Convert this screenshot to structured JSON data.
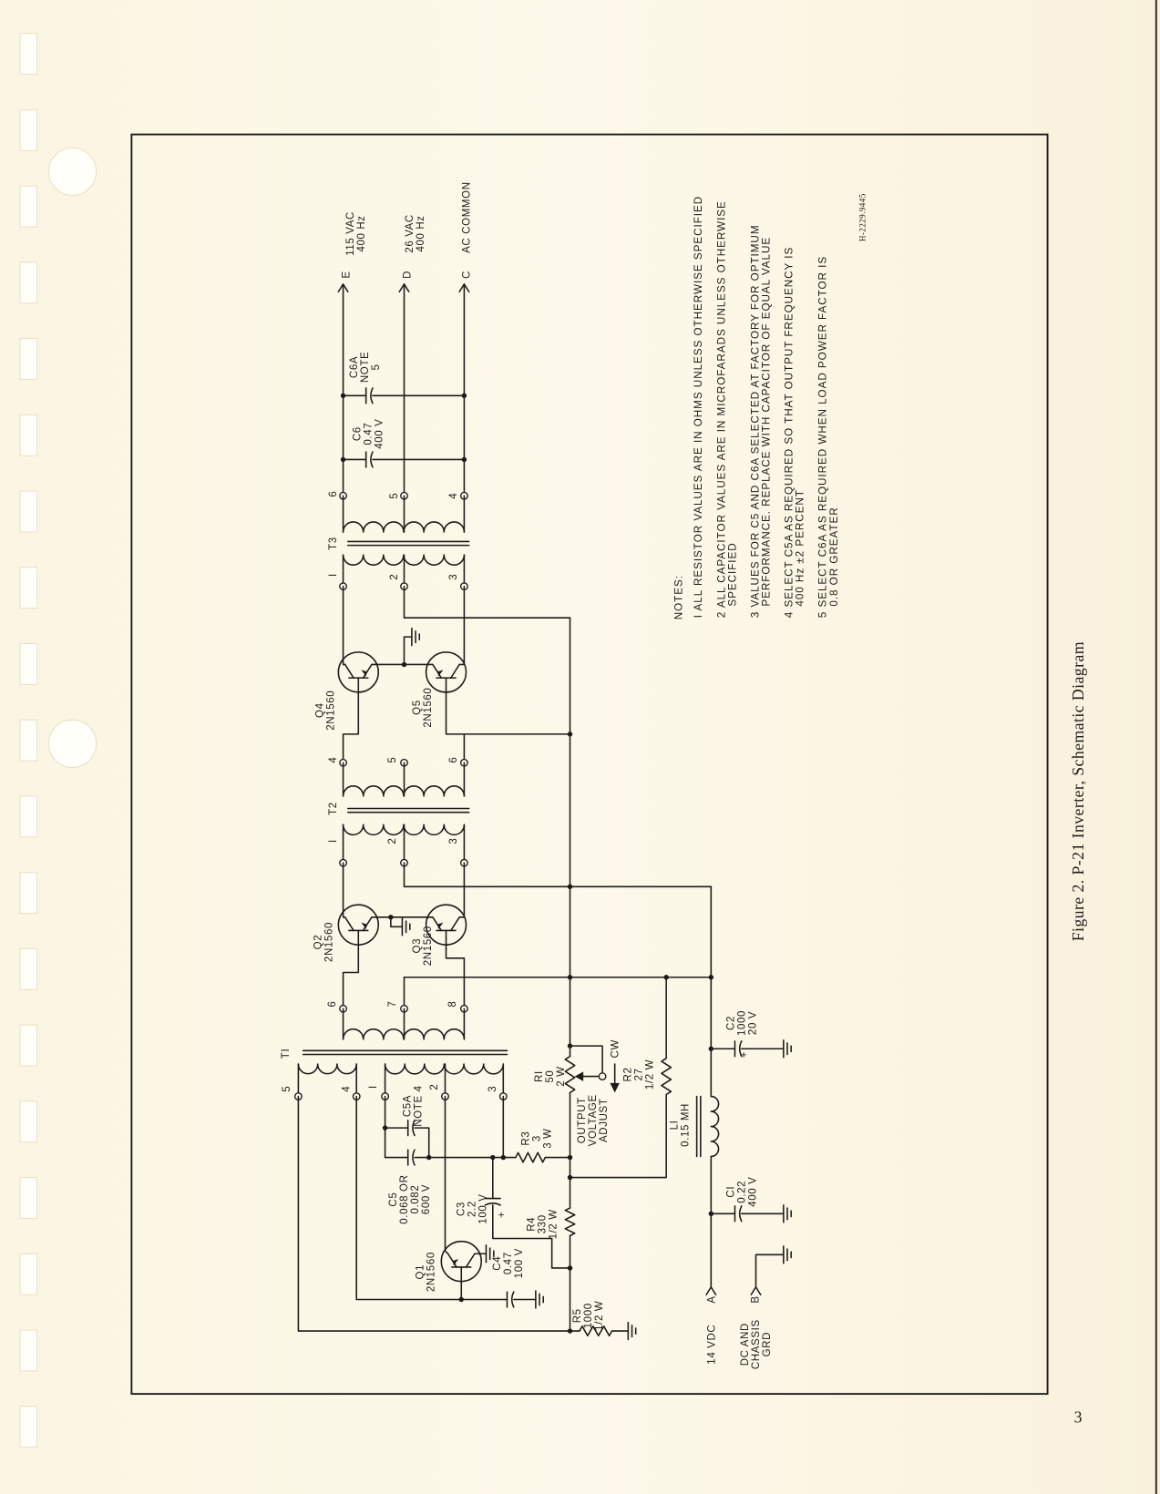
{
  "colors": {
    "paper": "#fbf6e3",
    "ink": "#1d1b18"
  },
  "figure": {
    "caption": "Figure 2.  P-21 Inverter, Schematic Diagram",
    "page_number": "3",
    "drawing_number": "H-2229.9445"
  },
  "notes": {
    "heading": "NOTES:",
    "items": [
      [
        "I  ALL  RESISTOR  VALUES  ARE  IN  OHMS  UNLESS  OTHERWISE  SPECIFIED"
      ],
      [
        "2  ALL  CAPACITOR  VALUES  ARE  IN  MICROFARADS  UNLESS  OTHERWISE",
        "SPECIFIED"
      ],
      [
        "3  VALUES  FOR  C5  AND  C6A  SELECTED  AT  FACTORY  FOR  OPTIMUM",
        "PERFORMANCE.  REPLACE  WITH  CAPACITOR  OF  EQUAL  VALUE"
      ],
      [
        "4  SELECT  C5A  AS  REQUIRED  SO  THAT  OUTPUT  FREQUENCY  IS",
        "400 Hz  ±2  PERCENT"
      ],
      [
        "5  SELECT  C6A  AS  REQUIRED  WHEN  LOAD  POWER  FACTOR  IS",
        "0.8  OR  GREATER"
      ]
    ]
  },
  "labels": {
    "e_letter": [
      "E"
    ],
    "e_desc": [
      "115 VAC",
      "400 Hz"
    ],
    "d_letter": [
      "D"
    ],
    "d_desc": [
      "26 VAC",
      "400 Hz"
    ],
    "c_letter": [
      "C"
    ],
    "c_desc": [
      "AC  COMMON"
    ],
    "c6a": [
      "C6A",
      "NOTE",
      "5"
    ],
    "c6": [
      "C6",
      "0.47",
      "400 V"
    ],
    "t3": [
      "T3"
    ],
    "t3_p6": [
      "6"
    ],
    "t3_p5": [
      "5"
    ],
    "t3_p4": [
      "4"
    ],
    "t3_p1": [
      "I"
    ],
    "t3_p2": [
      "2"
    ],
    "t3_p3": [
      "3"
    ],
    "q4": [
      "Q4",
      "2N1560"
    ],
    "q5": [
      "Q5",
      "2N1560"
    ],
    "t2": [
      "T2"
    ],
    "t2_p4": [
      "4"
    ],
    "t2_p5": [
      "5"
    ],
    "t2_p6": [
      "6"
    ],
    "t2_p1": [
      "I"
    ],
    "t2_p2": [
      "2"
    ],
    "t2_p3": [
      "3"
    ],
    "q2": [
      "Q2",
      "2N1560"
    ],
    "q3": [
      "Q3",
      "2N1560"
    ],
    "t1": [
      "TI"
    ],
    "t1_p6": [
      "6"
    ],
    "t1_p7": [
      "7"
    ],
    "t1_p8": [
      "8"
    ],
    "t1_p5": [
      "5"
    ],
    "t1_p4": [
      "4"
    ],
    "t1_p1": [
      "I"
    ],
    "t1_p2": [
      "2"
    ],
    "t1_p3": [
      "3"
    ],
    "c5a": [
      "C5A",
      "NOTE 4"
    ],
    "c5": [
      "C5",
      "0.068  OR",
      "0.082",
      "600 V"
    ],
    "c3": [
      "C3",
      "2.2",
      "100 V"
    ],
    "c3_plus": [
      "+"
    ],
    "r3": [
      "R3",
      "3",
      "3 W"
    ],
    "r4": [
      "R4",
      "330",
      "1/2 W"
    ],
    "q1": [
      "Q1",
      "2N1560"
    ],
    "c4": [
      "C4",
      "0.47",
      "100 V"
    ],
    "r5": [
      "R5",
      "1000",
      "1/2 W"
    ],
    "r1": [
      "RI",
      "50",
      "2 W"
    ],
    "cw": [
      "CW"
    ],
    "r2": [
      "R2",
      "27",
      "1/2 W"
    ],
    "adjust": [
      "OUTPUT",
      "VOLTAGE",
      "ADJUST"
    ],
    "l1": [
      "LI",
      "0.15 MH"
    ],
    "c2": [
      "C2",
      "1000",
      "20 V"
    ],
    "c2_plus": [
      "+"
    ],
    "c1": [
      "CI",
      "0.22",
      "400 V"
    ],
    "a_letter": [
      "A"
    ],
    "a_desc": [
      "14  VDC"
    ],
    "b_letter": [
      "B"
    ],
    "b_desc": [
      "DC  AND",
      "CHASSIS",
      "GRD"
    ]
  }
}
